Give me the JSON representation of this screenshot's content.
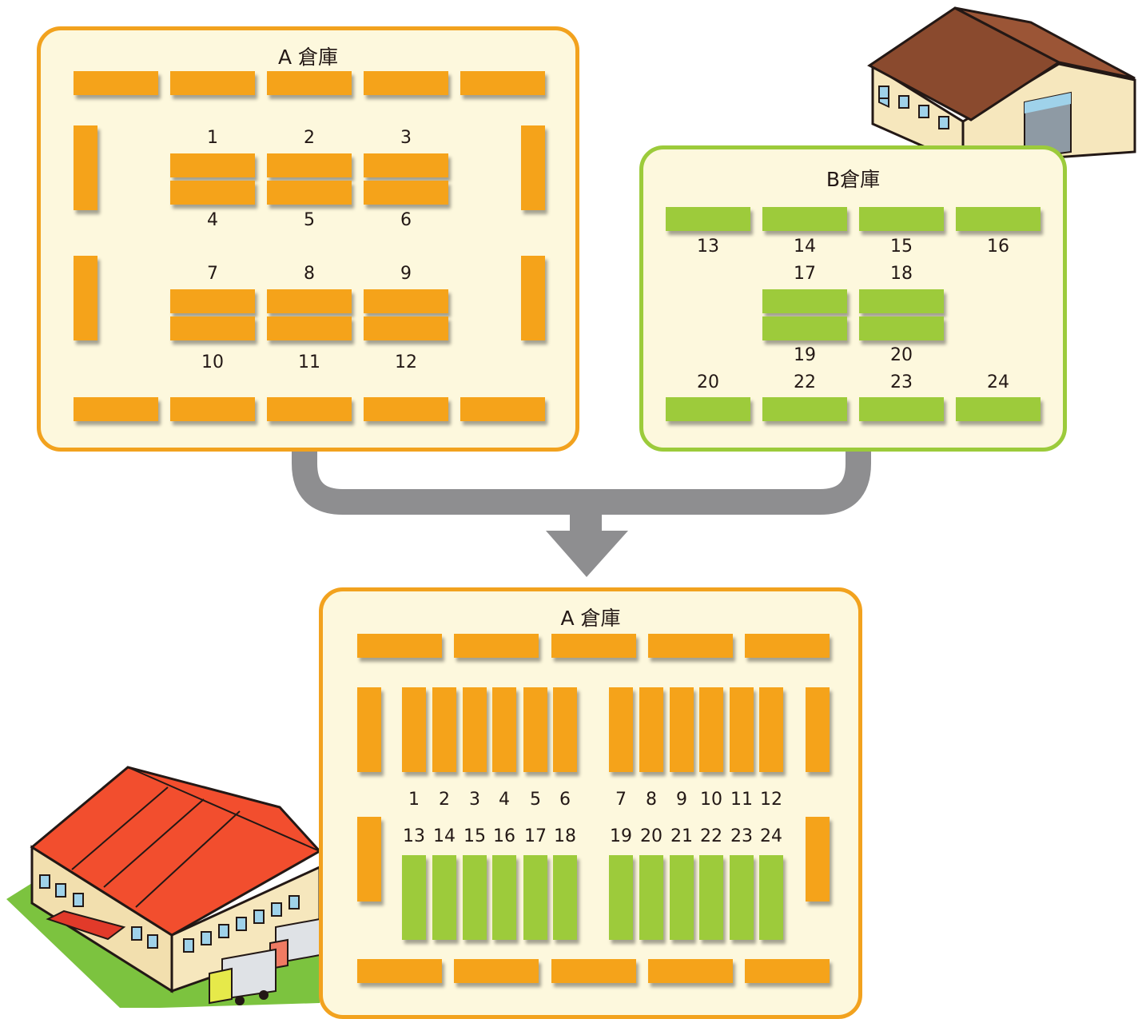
{
  "warehouse_a": {
    "title": "A 倉庫",
    "labels": [
      "1",
      "2",
      "3",
      "4",
      "5",
      "6",
      "7",
      "8",
      "9",
      "10",
      "11",
      "12"
    ]
  },
  "warehouse_b": {
    "title": "B倉庫",
    "labels": [
      "13",
      "14",
      "15",
      "16",
      "17",
      "18",
      "19",
      "20",
      "20",
      "22",
      "23",
      "24"
    ]
  },
  "merged": {
    "title": "A 倉庫",
    "row1_labels": [
      "1",
      "2",
      "3",
      "4",
      "5",
      "6",
      "7",
      "8",
      "9",
      "10",
      "11",
      "12"
    ],
    "row2_labels": [
      "13",
      "14",
      "15",
      "16",
      "17",
      "18",
      "19",
      "20",
      "21",
      "22",
      "23",
      "24"
    ]
  },
  "icons": [
    "warehouse-illustration-icon",
    "warehouse-with-trucks-illustration-icon",
    "merge-arrow-icon"
  ],
  "colors": {
    "warehouse_a": "#f5a31a",
    "warehouse_b": "#9dcb3b",
    "arrow": "#8e8e90",
    "panel_fill": "#fdf8dd"
  }
}
